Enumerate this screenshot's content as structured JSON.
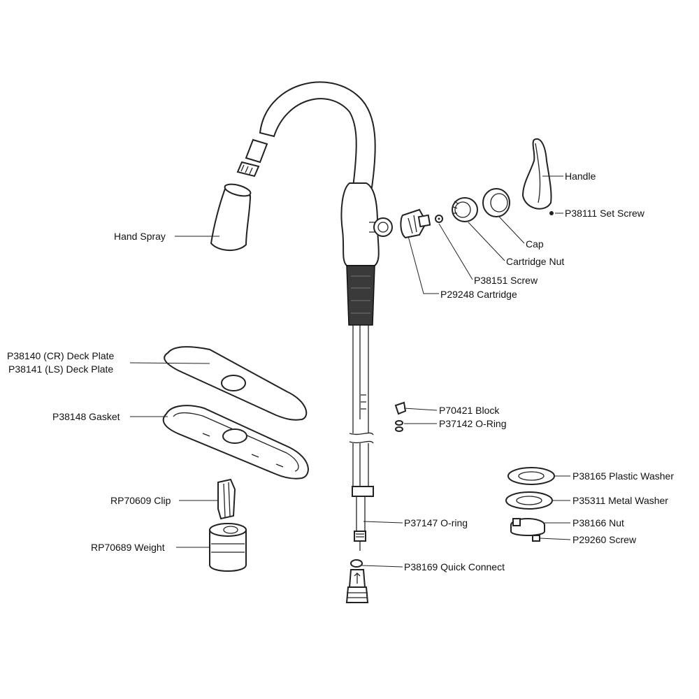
{
  "labels": {
    "hand_spray": "Hand Spray",
    "handle": "Handle",
    "set_screw": "P38111 Set Screw",
    "cap": "Cap",
    "cartridge_nut": "Cartridge Nut",
    "screw_38151": "P38151 Screw",
    "cartridge": "P29248 Cartridge",
    "deck_plate_cr": "P38140 (CR) Deck Plate",
    "deck_plate_ls": "P38141 (LS) Deck Plate",
    "gasket": "P38148 Gasket",
    "block": "P70421 Block",
    "oring_37142": "P37142 O-Ring",
    "plastic_washer": "P38165 Plastic Washer",
    "metal_washer": "P35311 Metal Washer",
    "nut": "P38166 Nut",
    "screw_29260": "P29260 Screw",
    "clip": "RP70609 Clip",
    "weight": "RP70689 Weight",
    "oring_37147": "P37147 O-ring",
    "quick_connect": "P38169 Quick Connect"
  },
  "colors": {
    "line": "#222222",
    "hose": "#3a3a3a",
    "background": "#ffffff"
  }
}
